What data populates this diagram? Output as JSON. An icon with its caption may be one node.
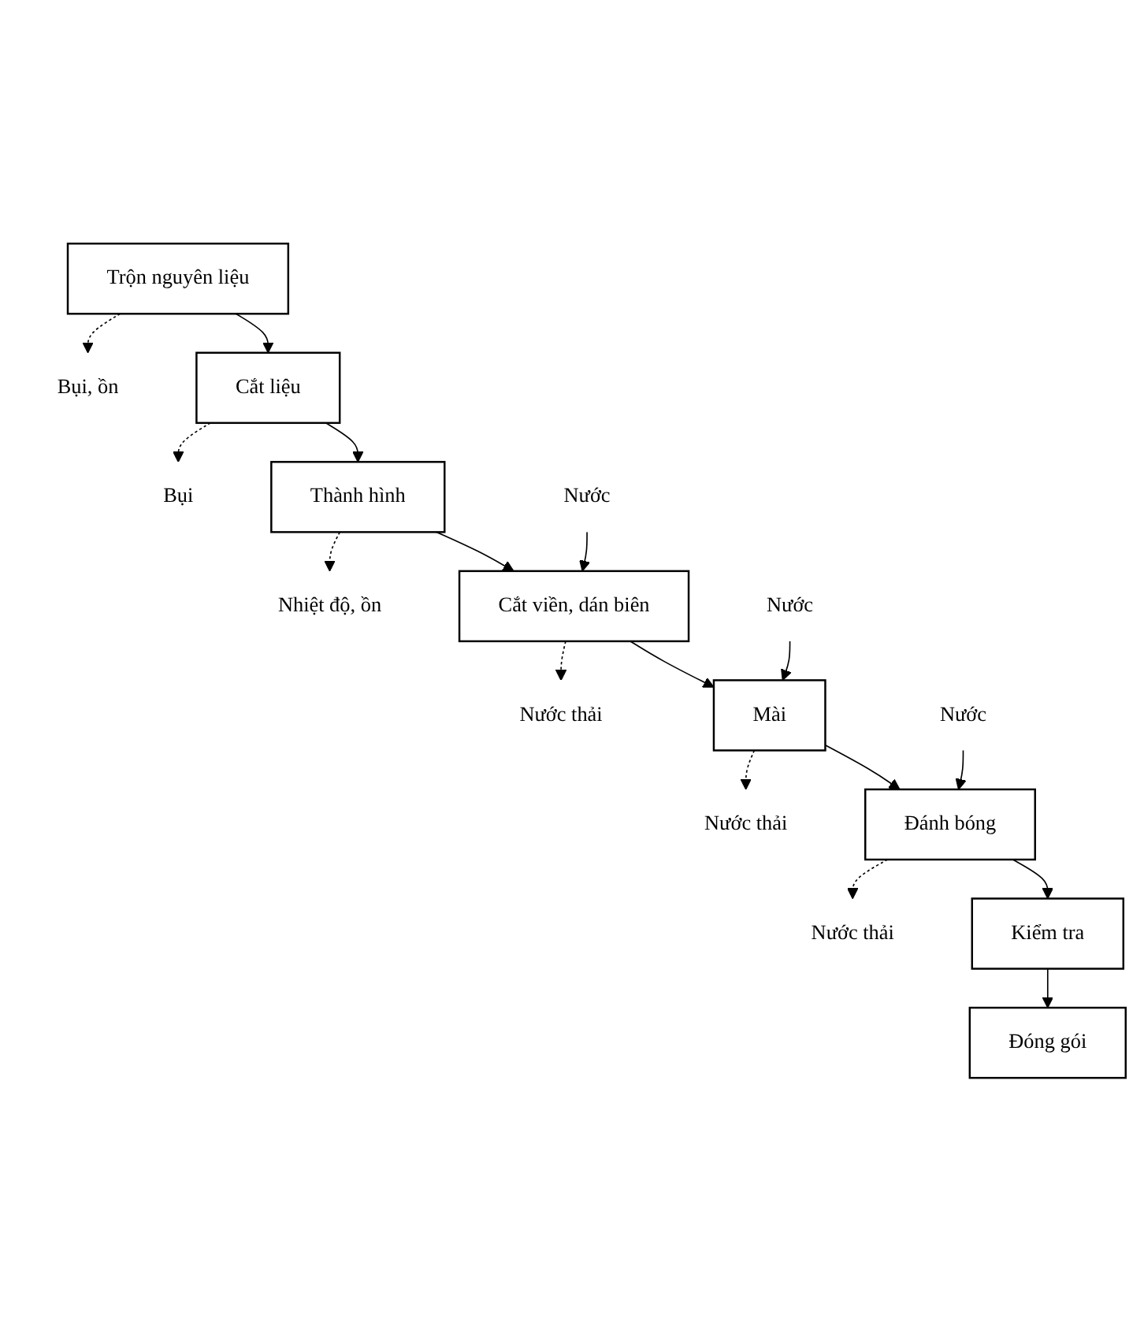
{
  "diagram": {
    "nodes": [
      {
        "text": [
          "Trộn nguyên liệu"
        ]
      },
      {
        "text": [
          "Bụi, ồn"
        ]
      },
      {
        "text": [
          "Cắt liệu"
        ]
      },
      {
        "text": [
          "Bụi"
        ]
      },
      {
        "text": [
          "Thành hình"
        ]
      },
      {
        "text": [
          "Nhiệt độ, ồn"
        ]
      },
      {
        "text": [
          "Nước"
        ]
      },
      {
        "text": [
          "Cắt viền, dán biên"
        ]
      },
      {
        "text": [
          "Nước thải"
        ]
      },
      {
        "text": [
          "Nước"
        ]
      },
      {
        "text": [
          "Mài"
        ]
      },
      {
        "text": [
          "Nước thải"
        ]
      },
      {
        "text": [
          "Nước"
        ]
      },
      {
        "text": [
          "Đánh bóng"
        ]
      },
      {
        "text": [
          "Nước thải"
        ]
      },
      {
        "text": [
          "Kiểm tra"
        ]
      },
      {
        "text": [
          "Đóng gói"
        ]
      }
    ],
    "edges": [
      {
        "from": 0,
        "to": 1,
        "arrow": "to",
        "style": "dashed"
      },
      {
        "from": 0,
        "to": 2,
        "arrow": "to"
      },
      {
        "from": 2,
        "to": 3,
        "arrow": "to",
        "style": "dashed"
      },
      {
        "from": 2,
        "to": 4,
        "arrow": "to"
      },
      {
        "from": 4,
        "to": 5,
        "arrow": "to",
        "style": "dashed"
      },
      {
        "from": 4,
        "to": 7,
        "arrow": "to"
      },
      {
        "from": 6,
        "to": 7,
        "arrow": "to"
      },
      {
        "from": 7,
        "to": 8,
        "arrow": "to",
        "style": "dashed"
      },
      {
        "from": 7,
        "to": 10,
        "arrow": "to"
      },
      {
        "from": 9,
        "to": 10,
        "arrow": "to"
      },
      {
        "from": 10,
        "to": 11,
        "arrow": "to",
        "style": "dashed"
      },
      {
        "from": 10,
        "to": 13,
        "arrow": "to"
      },
      {
        "from": 12,
        "to": 13,
        "arrow": "to"
      },
      {
        "from": 13,
        "to": 14,
        "arrow": "to",
        "style": "dashed"
      },
      {
        "from": 13,
        "to": 15,
        "arrow": "to"
      },
      {
        "from": 15,
        "to": 16,
        "arrow": "to"
      }
    ]
  }
}
